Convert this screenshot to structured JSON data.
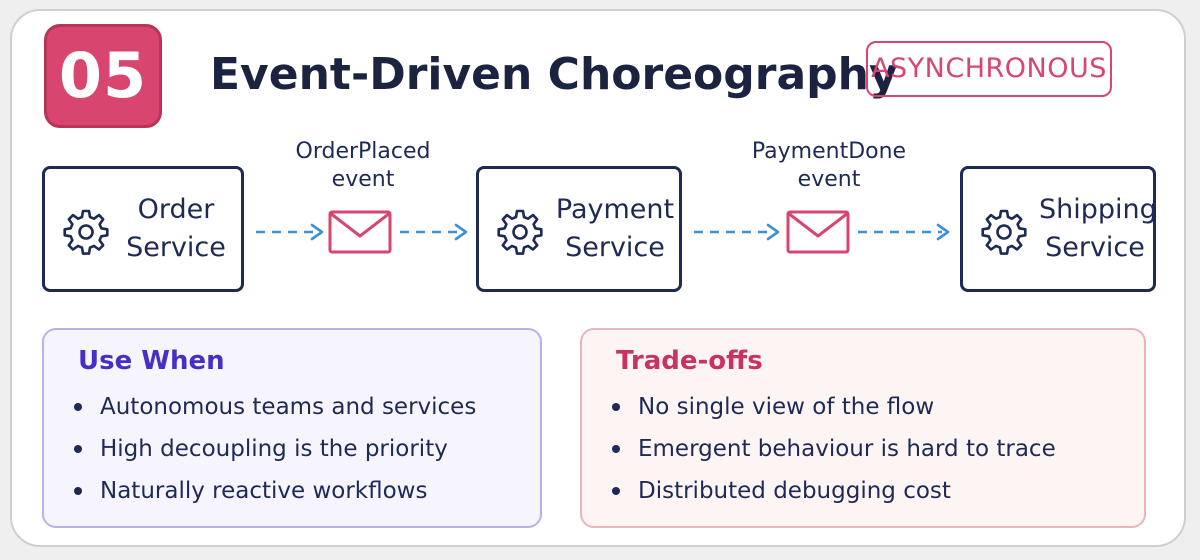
{
  "header": {
    "number": "05",
    "title": "Event-Driven Choreography",
    "tag": "ASYNCHRONOUS"
  },
  "flow": {
    "services": [
      {
        "line1": "Order",
        "line2": "Service",
        "icon": "gear-icon"
      },
      {
        "line1": "Payment",
        "line2": "Service",
        "icon": "gear-icon"
      },
      {
        "line1": "Shipping",
        "line2": "Service",
        "icon": "gear-icon"
      }
    ],
    "events": [
      {
        "line1": "OrderPlaced",
        "line2": "event",
        "icon": "envelope-icon"
      },
      {
        "line1": "PaymentDone",
        "line2": "event",
        "icon": "envelope-icon"
      }
    ]
  },
  "use_when": {
    "title": "Use When",
    "items": [
      "Autonomous teams and services",
      "High decoupling is the priority",
      "Naturally reactive workflows"
    ]
  },
  "trade_offs": {
    "title": "Trade-offs",
    "items": [
      "No single view of the flow",
      "Emergent behaviour is hard to trace",
      "Distributed debugging cost"
    ]
  },
  "colors": {
    "accent": "#d8456e",
    "navy": "#1e2a55",
    "arrow": "#3f8fd6",
    "use_title": "#4a2ec4",
    "trade_title": "#c8345f"
  }
}
